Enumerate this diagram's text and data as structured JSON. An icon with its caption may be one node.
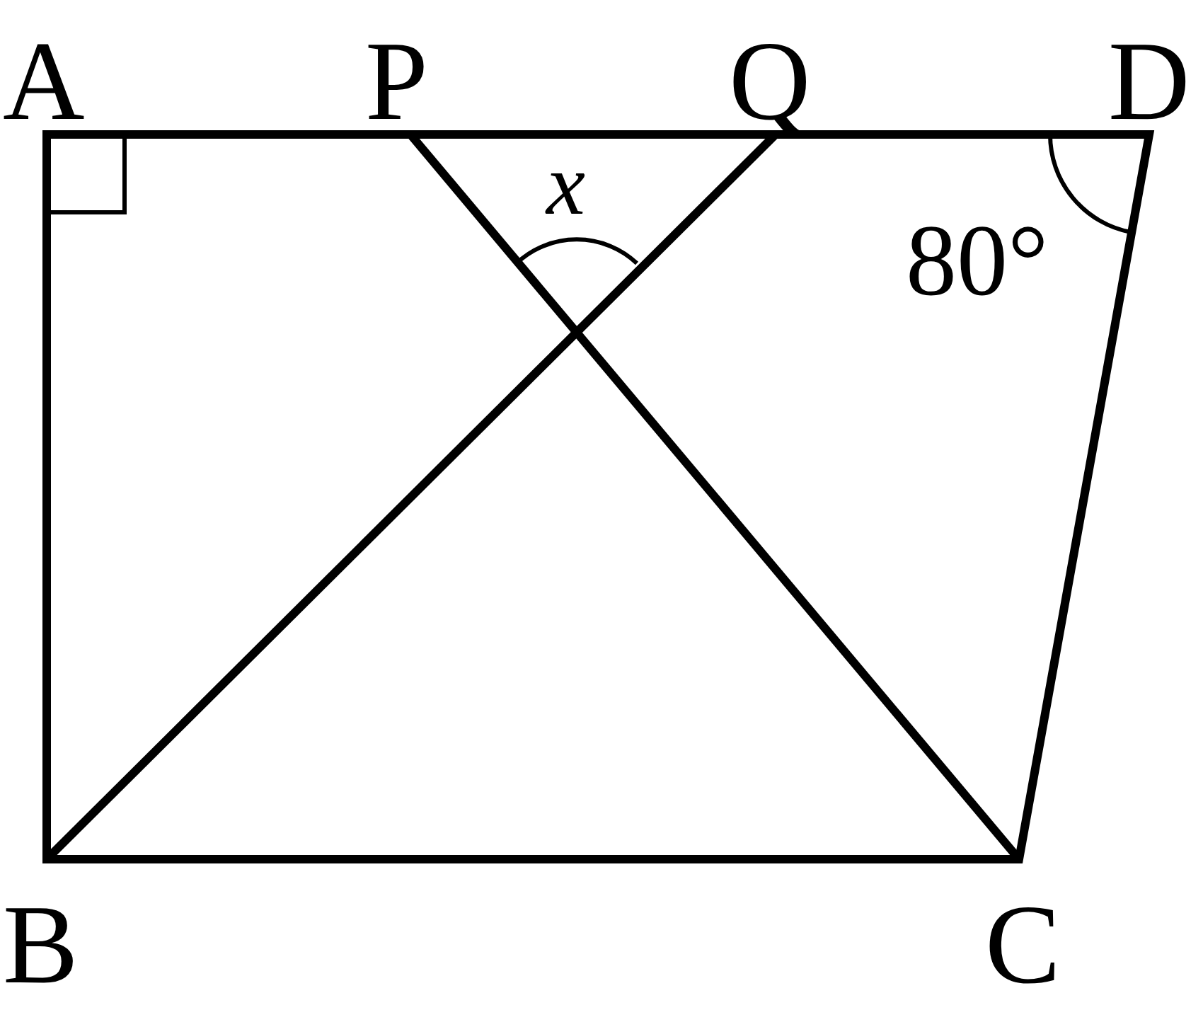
{
  "diagram": {
    "labels": [
      "A",
      "P",
      "Q",
      "D",
      "x",
      "80°",
      "B",
      "C"
    ]
  }
}
